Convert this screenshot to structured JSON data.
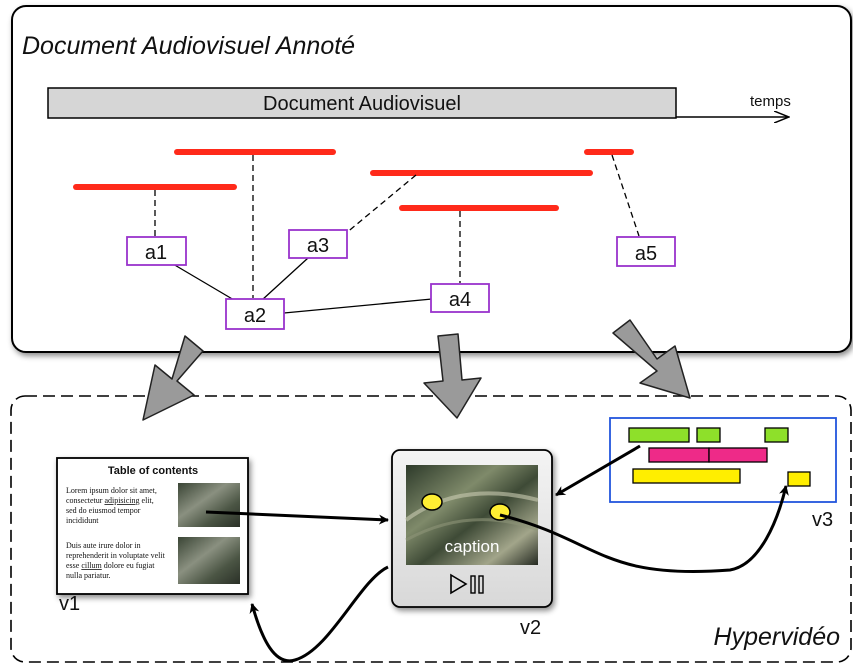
{
  "top_panel": {
    "title": "Document Audiovisuel Annoté",
    "timeline_label": "Document Audiovisuel",
    "time_axis_label": "temps",
    "annotations": [
      "a1",
      "a2",
      "a3",
      "a4",
      "a5"
    ]
  },
  "bottom_panel": {
    "title": "Hypervidéo",
    "views": [
      "v1",
      "v2",
      "v3"
    ]
  },
  "view_v1": {
    "heading": "Table of contents",
    "entry1_lines": [
      "Lorem ipsum dolor sit amet,",
      "consectetur ",
      "adipisicing",
      " elit,",
      "sed do eiusmod tempor",
      "incididunt"
    ],
    "entry2_lines": [
      "Duis aute irure dolor in",
      "reprehenderit in voluptate velit",
      "esse ",
      "cillum",
      " dolore eu fugiat",
      "nulla pariatur."
    ]
  },
  "view_v2": {
    "caption": "caption",
    "controls": "▷⏸"
  },
  "colors": {
    "segment": "#ff2a1a",
    "annotation_border": "#9933cc",
    "v3_border": "#2255dd",
    "green": "#8ee02a",
    "pink": "#ee2a88",
    "yellow": "#ffee00",
    "arrow_fill": "#9a9a9a"
  }
}
